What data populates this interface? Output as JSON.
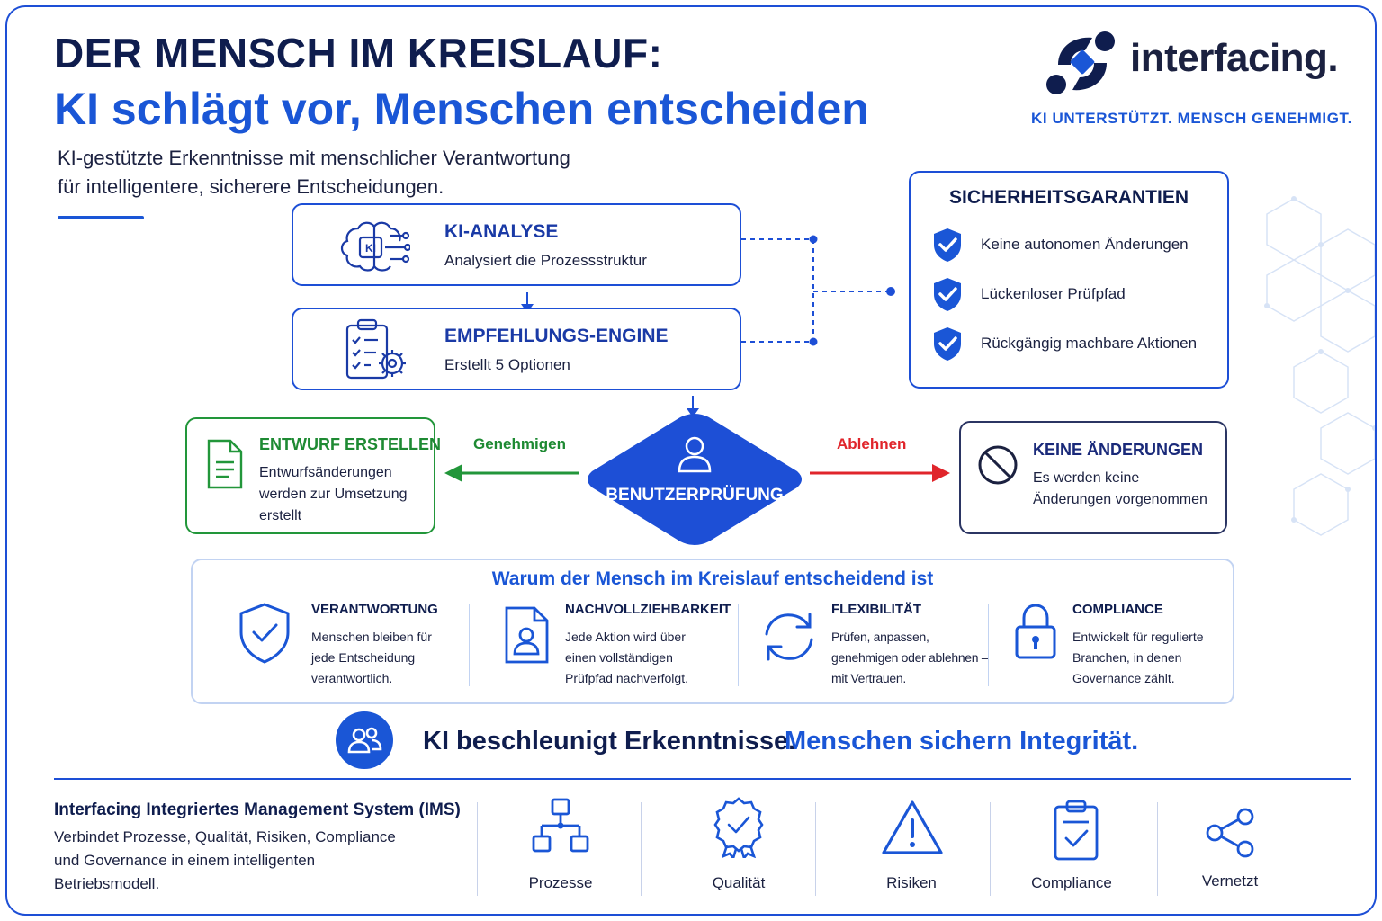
{
  "header": {
    "title_line1": "DER MENSCH IM KREISLAUF:",
    "title_line2": "KI schlägt vor, Menschen entscheiden",
    "subtitle_line1": "KI-gestützte Erkenntnisse mit menschlicher Verantwortung",
    "subtitle_line2": "für intelligentere, sicherere Entscheidungen."
  },
  "brand": {
    "name": "interfacing.",
    "tagline": "KI UNTERSTÜTZT. MENSCH GENEHMIGT.",
    "icon": "interfacing-logo"
  },
  "flow": {
    "ki_analyse": {
      "title": "KI-ANALYSE",
      "text": "Analysiert die Prozessstruktur",
      "icon": "brain-ki-icon",
      "icon_label": "KI"
    },
    "engine": {
      "title": "EMPFEHLUNGS-ENGINE",
      "text": "Erstellt 5 Optionen",
      "icon": "clipboard-gear-icon"
    },
    "review": {
      "label": "BENUTZERPRÜFUNG",
      "icon": "user-icon"
    },
    "approve_label": "Genehmigen",
    "reject_label": "Ablehnen",
    "draft": {
      "title": "ENTWURF ERSTELLEN",
      "line1": "Entwurfsänderungen",
      "line2": "werden zur Umsetzung",
      "line3": "erstellt",
      "icon": "document-icon"
    },
    "no_change": {
      "title": "KEINE ÄNDERUNGEN",
      "line1": "Es werden keine",
      "line2": "Änderungen vorgenommen",
      "icon": "prohibited-icon"
    }
  },
  "safety": {
    "title": "SICHERHEITSGARANTIEN",
    "items": [
      {
        "text": "Keine autonomen Änderungen",
        "icon": "shield-check-icon"
      },
      {
        "text": "Lückenloser Prüfpfad",
        "icon": "shield-check-icon"
      },
      {
        "text": "Rückgängig machbare Aktionen",
        "icon": "shield-check-icon"
      }
    ]
  },
  "why": {
    "heading": "Warum der Mensch im Kreislauf entscheidend ist",
    "items": [
      {
        "title": "VERANTWORTUNG",
        "line1": "Menschen bleiben für",
        "line2": "jede Entscheidung",
        "line3": "verantwortlich.",
        "icon": "shield-check-outline-icon"
      },
      {
        "title": "NACHVOLLZIEHBARKEIT",
        "line1": "Jede Aktion wird über",
        "line2": "einen vollständigen",
        "line3": "Prüfpfad nachverfolgt.",
        "icon": "user-document-icon"
      },
      {
        "title": "FLEXIBILITÄT",
        "line1": "Prüfen, anpassen,",
        "line2": "genehmigen oder ablehnen –",
        "line3": "mit Vertrauen.",
        "icon": "sync-icon"
      },
      {
        "title": "COMPLIANCE",
        "line1": "Entwickelt für regulierte",
        "line2": "Branchen, in denen",
        "line3": "Governance zählt.",
        "icon": "padlock-icon"
      }
    ]
  },
  "claim": {
    "part1": "KI beschleunigt Erkenntnisse.",
    "part2": "Menschen sichern Integrität.",
    "icon": "people-icon"
  },
  "footer": {
    "title": "Interfacing Integriertes Management System (IMS)",
    "line1": "Verbindet Prozesse, Qualität, Risiken, Compliance",
    "line2": "und Governance in einem intelligenten",
    "line3": "Betriebsmodell.",
    "items": [
      {
        "label": "Prozesse",
        "icon": "org-chart-icon"
      },
      {
        "label": "Qualität",
        "icon": "quality-badge-icon"
      },
      {
        "label": "Risiken",
        "icon": "warning-triangle-icon"
      },
      {
        "label": "Compliance",
        "icon": "clipboard-check-icon"
      },
      {
        "label": "Vernetzt",
        "icon": "share-network-icon"
      }
    ]
  },
  "colors": {
    "primary": "#1a56d6",
    "navy": "#0f1d4e",
    "approve_green": "#22963a",
    "reject_red": "#e0252b",
    "diamond_blue": "#1d4fd6"
  }
}
